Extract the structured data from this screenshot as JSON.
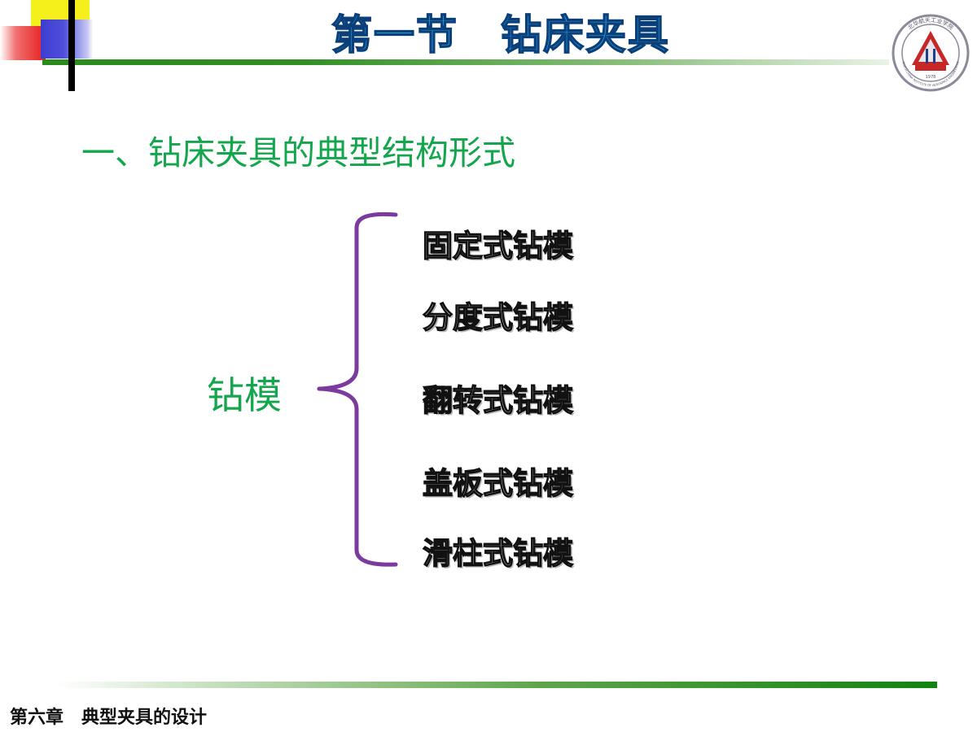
{
  "header": {
    "title": "第一节　钻床夹具"
  },
  "logo": {
    "name": "university-seal-logo",
    "seal_text": "北华航天工业学院",
    "seal_text_en": "NORTH CHINA INSTITUTE OF AEROSPACE ENGINEERING",
    "year": "1978",
    "colors": {
      "ring": "#8a8a9a",
      "triangle": "#c62828",
      "rail": "#1f3f8a"
    }
  },
  "section": {
    "heading": "一、钻床夹具的典型结构形式"
  },
  "diagram": {
    "main_label": "钻模",
    "items": [
      {
        "label": "固定式钻模"
      },
      {
        "label": "分度式钻模"
      },
      {
        "label": "翻转式钻模"
      },
      {
        "label": "盖板式钻模"
      },
      {
        "label": "滑柱式钻模"
      }
    ],
    "brace_color": "#7a3a9e"
  },
  "footer": {
    "chapter": "第六章　典型夹具的设计"
  },
  "colors": {
    "title_fill": "#2aa9e6",
    "title_stroke": "#0b3f7a",
    "heading_green": "#13a64c",
    "rule_green": "#2a8a1c"
  }
}
